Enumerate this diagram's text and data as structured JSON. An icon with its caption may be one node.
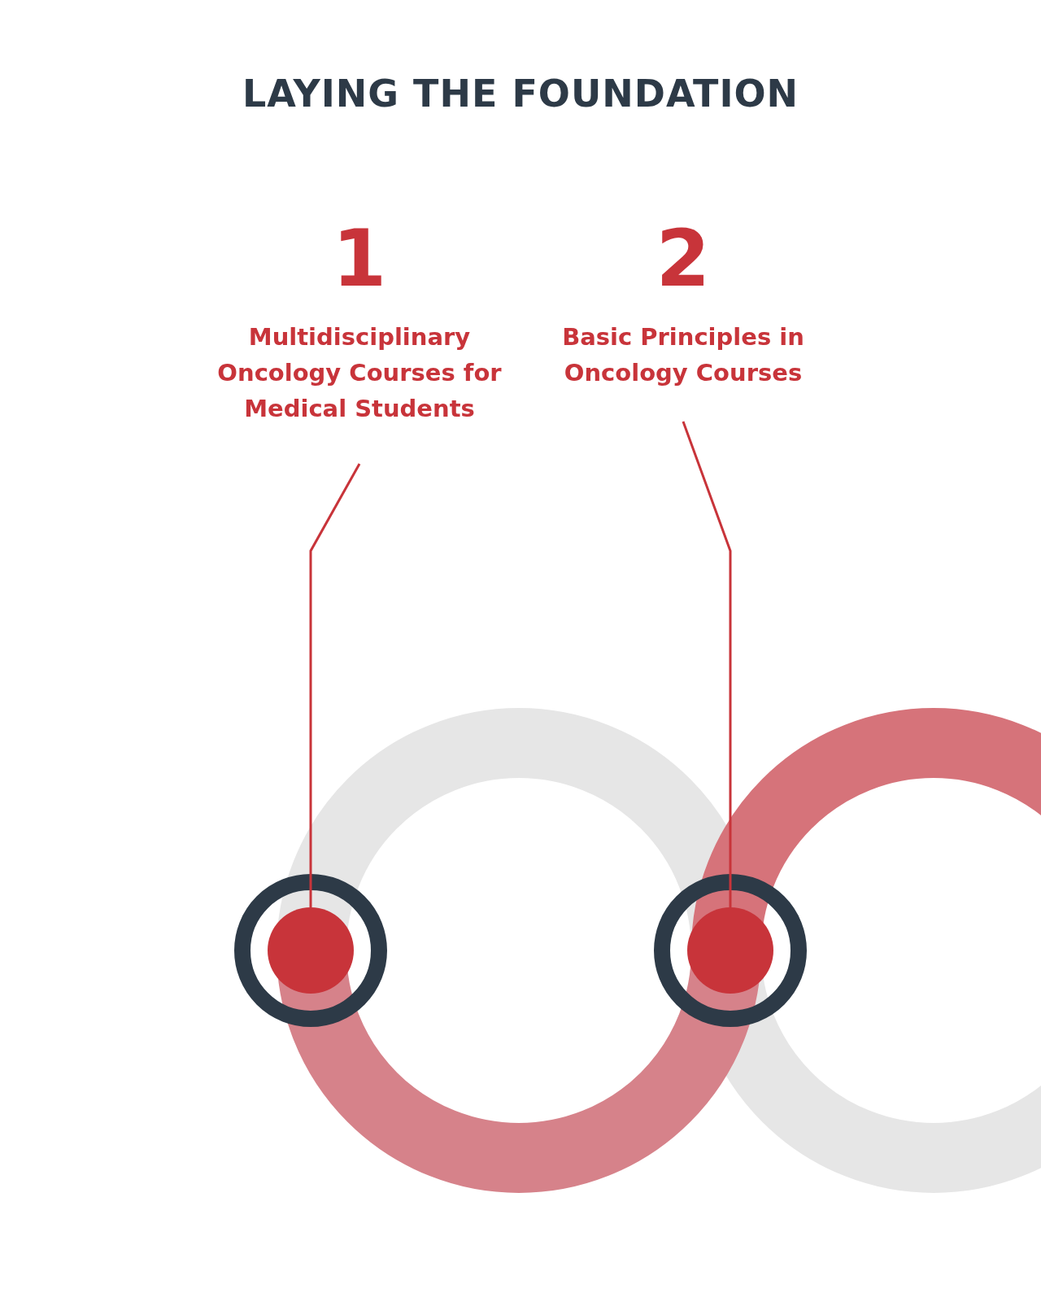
{
  "diagram": {
    "title": "LAYING THE FOUNDATION",
    "nodes": [
      {
        "text": [
          "1",
          "Multidisciplinary Oncology Courses for Medical Students"
        ]
      },
      {
        "text": [
          "2",
          "Basic Principles in Oncology Courses"
        ]
      },
      {
        "text": [],
        "shape": "circle"
      },
      {
        "text": [],
        "shape": "circle"
      }
    ],
    "edges": [
      {
        "from": 0,
        "to": 2,
        "arrow": "none"
      },
      {
        "from": 1,
        "to": 3,
        "arrow": "none"
      }
    ]
  }
}
